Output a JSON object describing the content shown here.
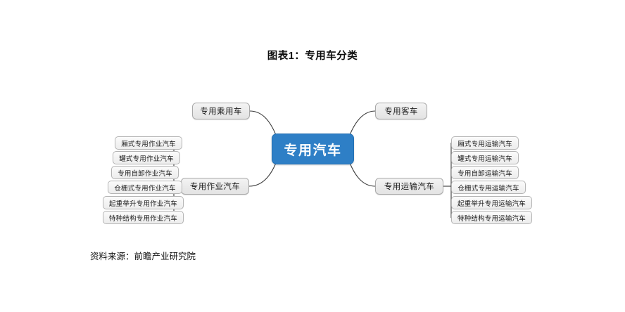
{
  "title": "图表1：专用车分类",
  "source": "资料来源：前瞻产业研究院",
  "colors": {
    "center_fill": "#2e7fc6",
    "center_text": "#ffffff",
    "node_fill": "#eeeeee",
    "node_border": "#a9a9a9",
    "connector": "#3a3a3a",
    "background": "#ffffff"
  },
  "chart_data": {
    "type": "diagram",
    "layout": "mind-map",
    "title": "图表1：专用车分类",
    "root": "专用汽车",
    "branches": [
      {
        "label": "专用乘用车",
        "position": "top-left",
        "children": []
      },
      {
        "label": "专用客车",
        "position": "top-right",
        "children": []
      },
      {
        "label": "专用作业汽车",
        "position": "bottom-left",
        "children": [
          "厢式专用作业汽车",
          "罐式专用作业汽车",
          "专用自卸作业汽车",
          "仓栅式专用作业汽车",
          "起重举升专用作业汽车",
          "特种结构专用作业汽车"
        ]
      },
      {
        "label": "专用运输汽车",
        "position": "bottom-right",
        "children": [
          "厢式专用运输汽车",
          "罐式专用运输汽车",
          "专用自卸运输汽车",
          "仓栅式专用运输汽车",
          "起重举升专用运输汽车",
          "特种结构专用运输汽车"
        ]
      }
    ]
  },
  "center": {
    "label": "专用汽车"
  },
  "branches": {
    "passenger": {
      "label": "专用乘用车"
    },
    "bus": {
      "label": "专用客车"
    },
    "operation": {
      "label": "专用作业汽车"
    },
    "transport": {
      "label": "专用运输汽车"
    }
  },
  "left_leaves": [
    {
      "label": "厢式专用作业汽车"
    },
    {
      "label": "罐式专用作业汽车"
    },
    {
      "label": "专用自卸作业汽车"
    },
    {
      "label": "仓栅式专用作业汽车"
    },
    {
      "label": "起重举升专用作业汽车"
    },
    {
      "label": "特种结构专用作业汽车"
    }
  ],
  "right_leaves": [
    {
      "label": "厢式专用运输汽车"
    },
    {
      "label": "罐式专用运输汽车"
    },
    {
      "label": "专用自卸运输汽车"
    },
    {
      "label": "仓栅式专用运输汽车"
    },
    {
      "label": "起重举升专用运输汽车"
    },
    {
      "label": "特种结构专用运输汽车"
    }
  ]
}
